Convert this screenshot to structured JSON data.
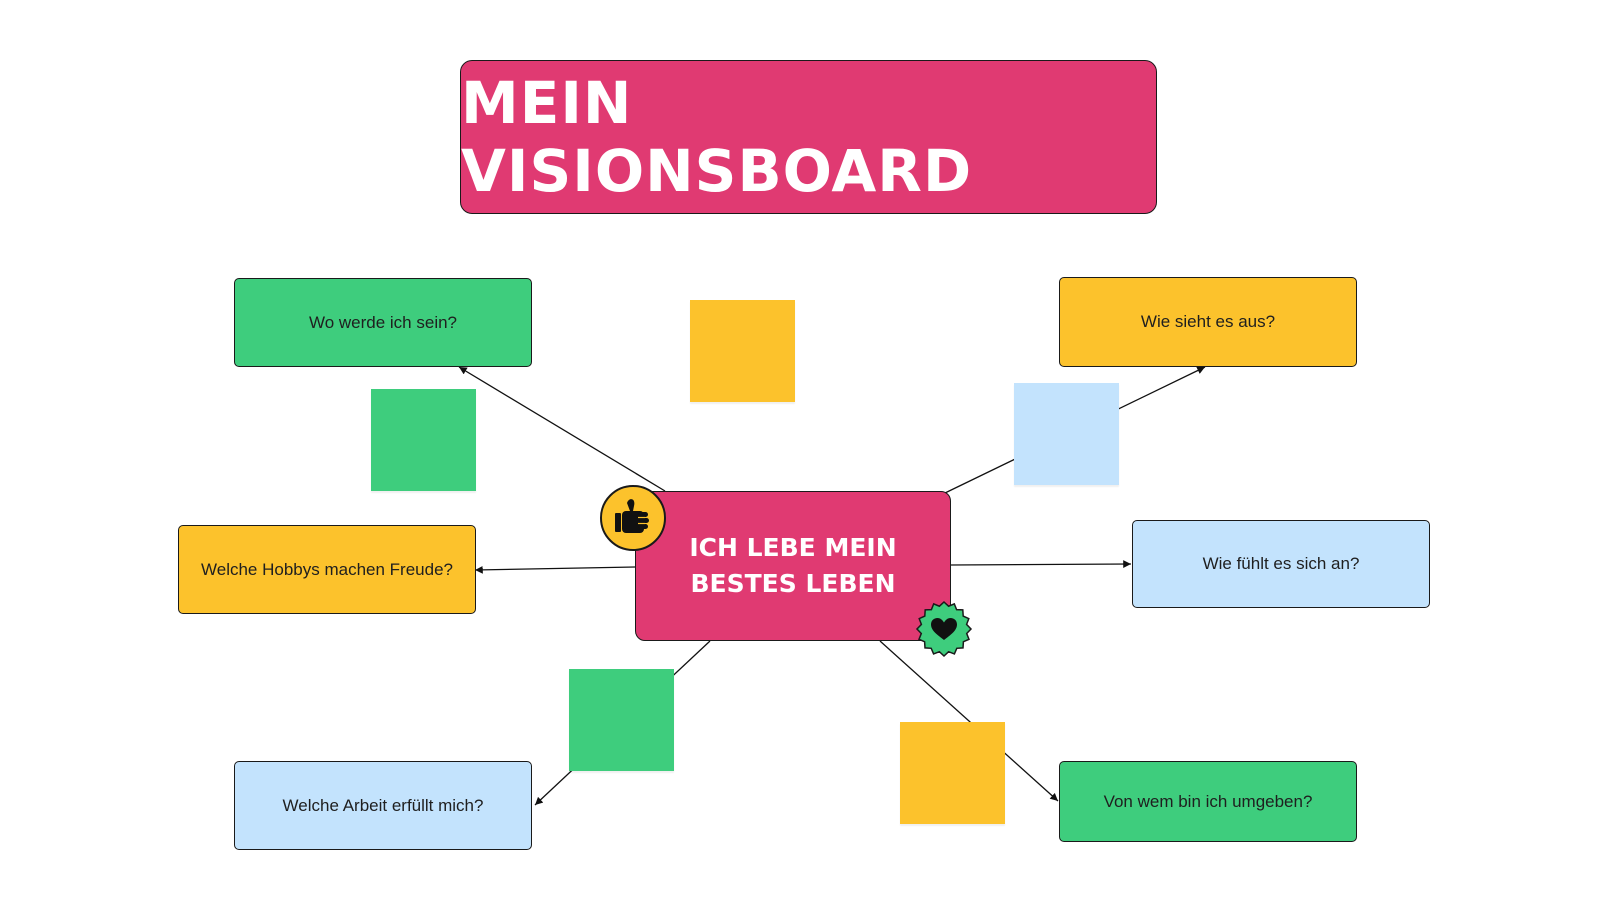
{
  "title": "MEIN VISIONSBOARD",
  "center": {
    "line1": "ICH LEBE MEIN",
    "line2": "BESTES LEBEN"
  },
  "nodes": [
    {
      "label": "Wo werde ich sein?"
    },
    {
      "label": "Wie sieht es aus?"
    },
    {
      "label": "Welche Hobbys machen Freude?"
    },
    {
      "label": "Wie fühlt es sich an?"
    },
    {
      "label": "Welche Arbeit erfüllt mich?"
    },
    {
      "label": "Von wem bin ich umgeben?"
    }
  ],
  "colors": {
    "pink": "#e03a72",
    "green": "#3ecd7d",
    "yellow": "#fcc22c",
    "blue": "#c3e3fd",
    "outline": "#1a1a1a"
  },
  "icons": [
    "thumbs-up-icon",
    "heart-icon"
  ]
}
